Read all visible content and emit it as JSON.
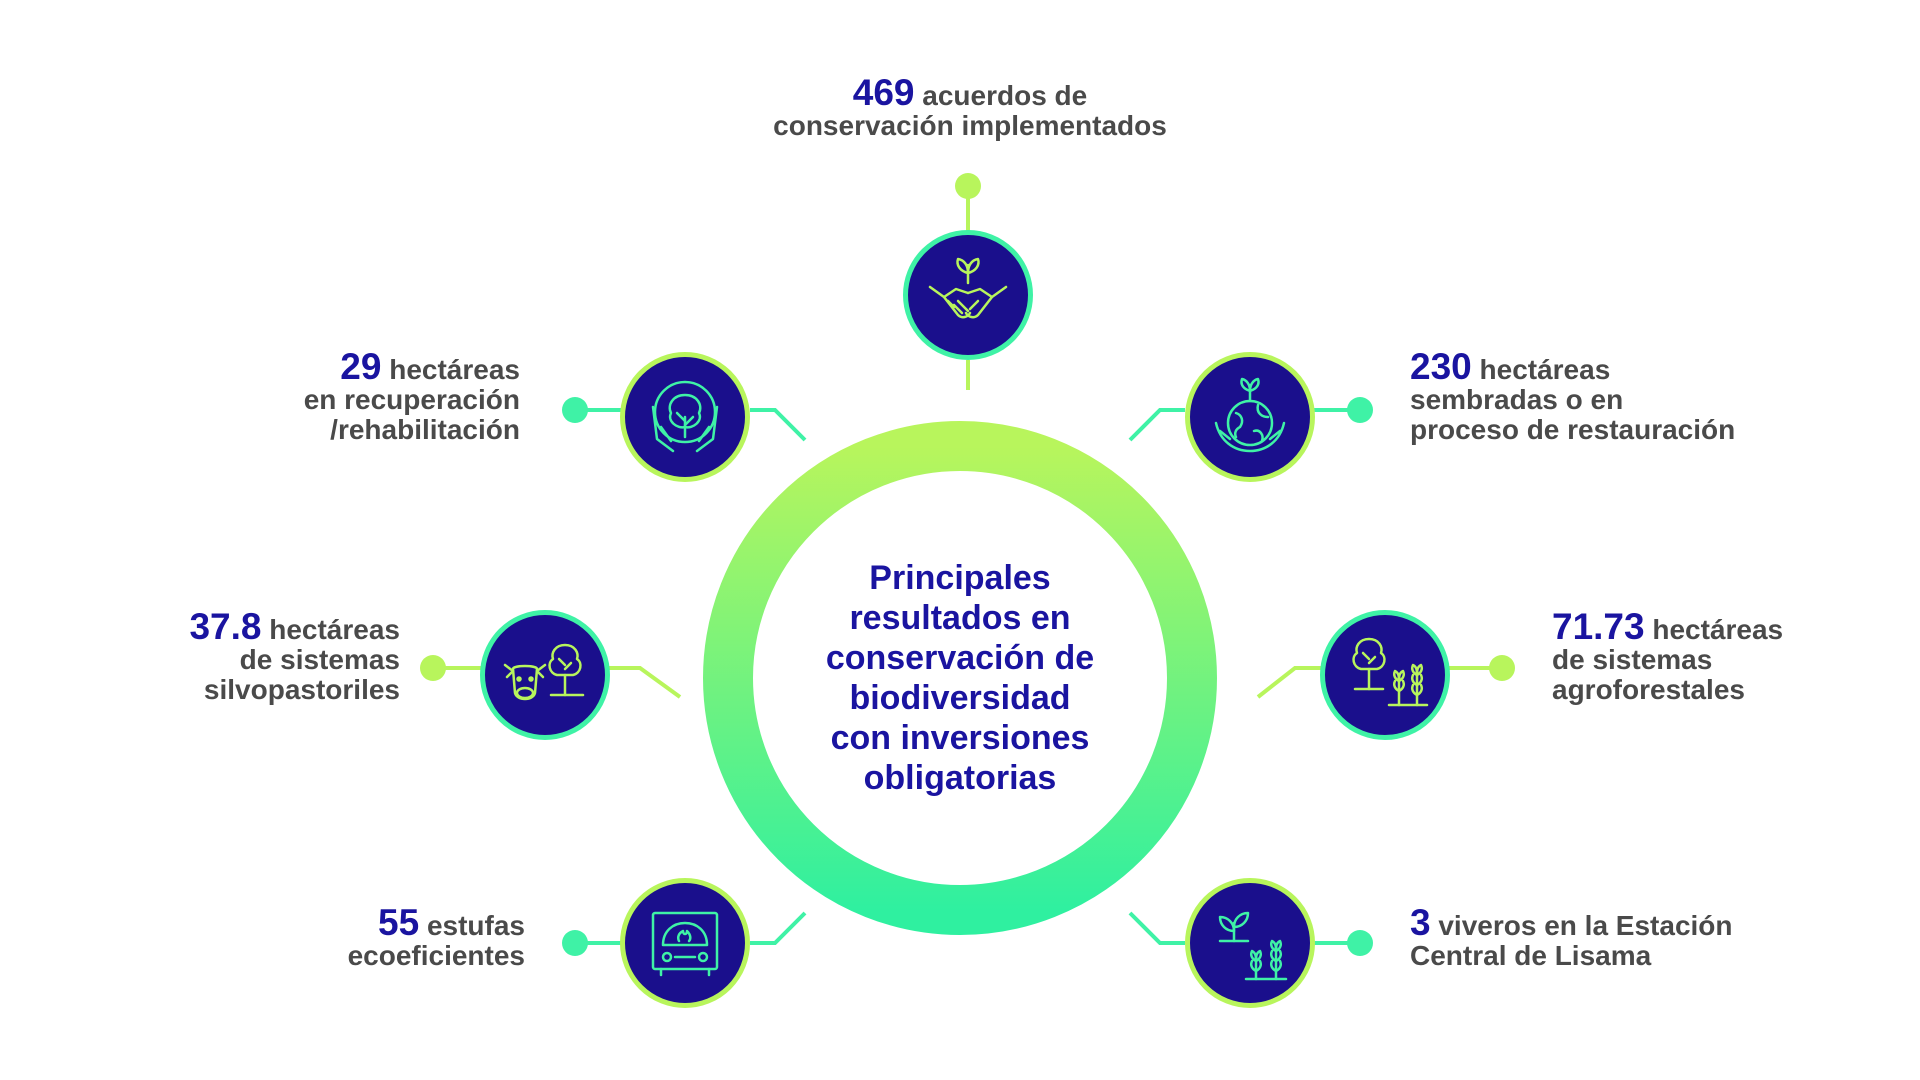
{
  "center": {
    "title_lines": [
      "Principales",
      "resultados en",
      "conservación de",
      "biodiversidad",
      "con inversiones",
      "obligatorias"
    ]
  },
  "colors": {
    "navy": "#1a0f8c",
    "title_blue": "#1a14a0",
    "lime": "#b8f55c",
    "mint": "#3ff2a6",
    "text_gray": "#4a4a4a"
  },
  "items": {
    "top": {
      "number": "469",
      "first_line": "acuerdos de",
      "lines": [
        "conservación implementados"
      ],
      "icon": "handshake-plant-icon"
    },
    "upper_left": {
      "number": "29",
      "first_line": "hectáreas",
      "lines": [
        "en recuperación",
        "/rehabilitación"
      ],
      "icon": "hands-tree-icon"
    },
    "upper_right": {
      "number": "230",
      "first_line": "hectáreas",
      "lines": [
        "sembradas o en",
        "proceso de restauración"
      ],
      "icon": "hands-globe-sprout-icon"
    },
    "mid_left": {
      "number": "37.8",
      "first_line": "hectáreas",
      "lines": [
        "de sistemas",
        "silvopastoriles"
      ],
      "icon": "cow-tree-icon"
    },
    "mid_right": {
      "number": "71.73",
      "first_line": "hectáreas",
      "lines": [
        "de sistemas",
        "agroforestales"
      ],
      "icon": "tree-wheat-icon"
    },
    "lower_left": {
      "number": "55",
      "first_line": "estufas",
      "lines": [
        "ecoeficientes"
      ],
      "icon": "stove-icon"
    },
    "lower_right": {
      "number": "3",
      "first_line": "viveros en la Estación",
      "lines": [
        "Central de Lisama"
      ],
      "icon": "seedling-nursery-icon"
    }
  }
}
